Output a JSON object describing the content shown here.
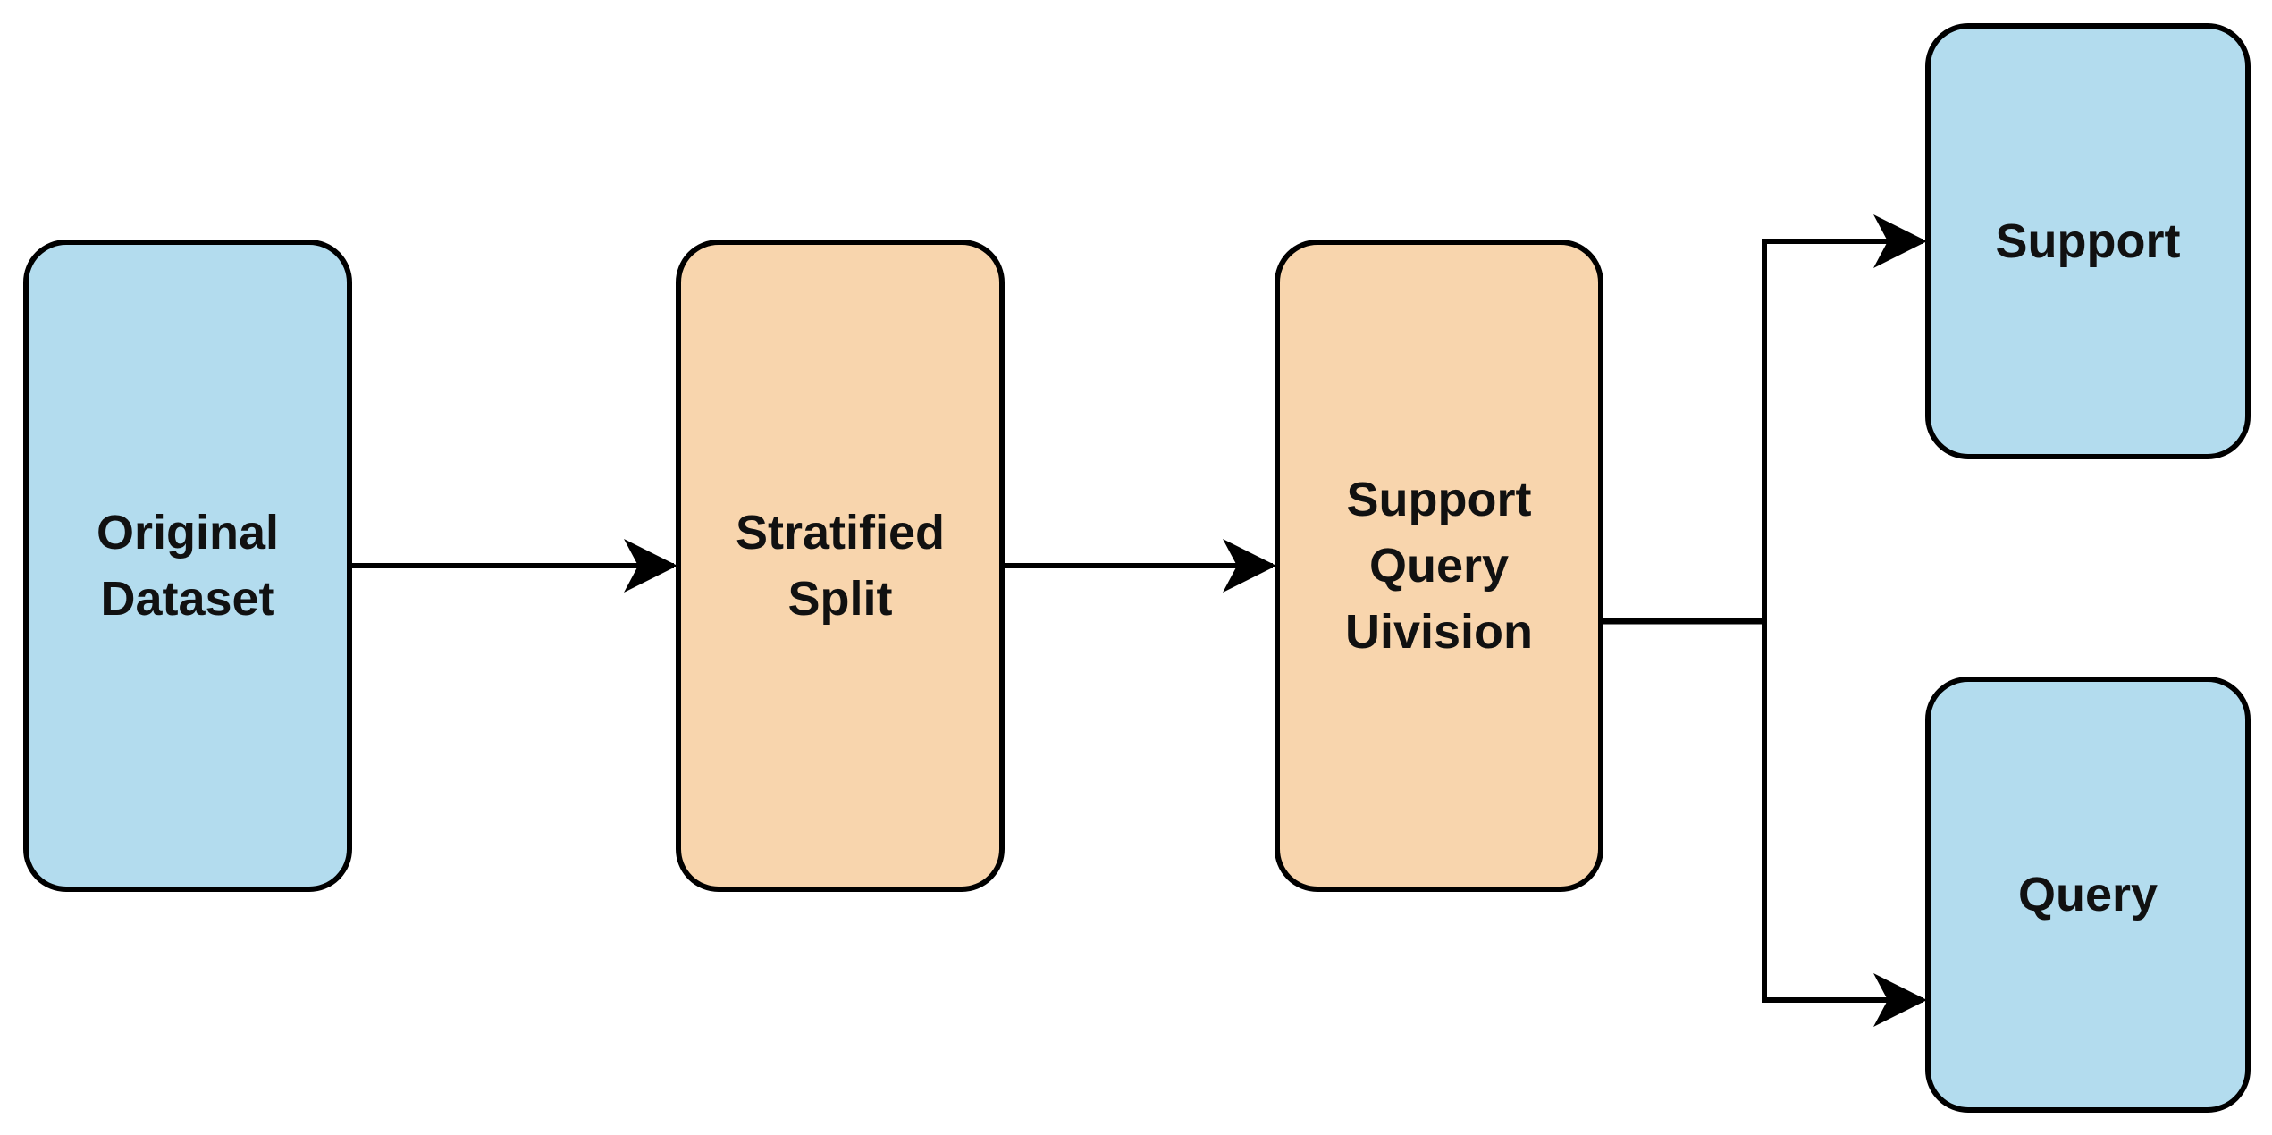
{
  "colors": {
    "data_node_fill": "#b3dcee",
    "process_node_fill": "#f8d5ad",
    "stroke": "#000000",
    "text": "#111111"
  },
  "nodes": [
    {
      "id": "original",
      "lines": [
        "Original",
        "Dataset"
      ],
      "kind": "data"
    },
    {
      "id": "stratified",
      "lines": [
        "Stratified",
        "Split"
      ],
      "kind": "process"
    },
    {
      "id": "sqdivision",
      "lines": [
        "Support",
        "Query",
        "Uivision"
      ],
      "kind": "process"
    },
    {
      "id": "support",
      "lines": [
        "Support"
      ],
      "kind": "data"
    },
    {
      "id": "query",
      "lines": [
        "Query"
      ],
      "kind": "data"
    }
  ],
  "edges": [
    {
      "from": "original",
      "to": "stratified"
    },
    {
      "from": "stratified",
      "to": "sqdivision"
    },
    {
      "from": "sqdivision",
      "to": "support"
    },
    {
      "from": "sqdivision",
      "to": "query"
    }
  ]
}
